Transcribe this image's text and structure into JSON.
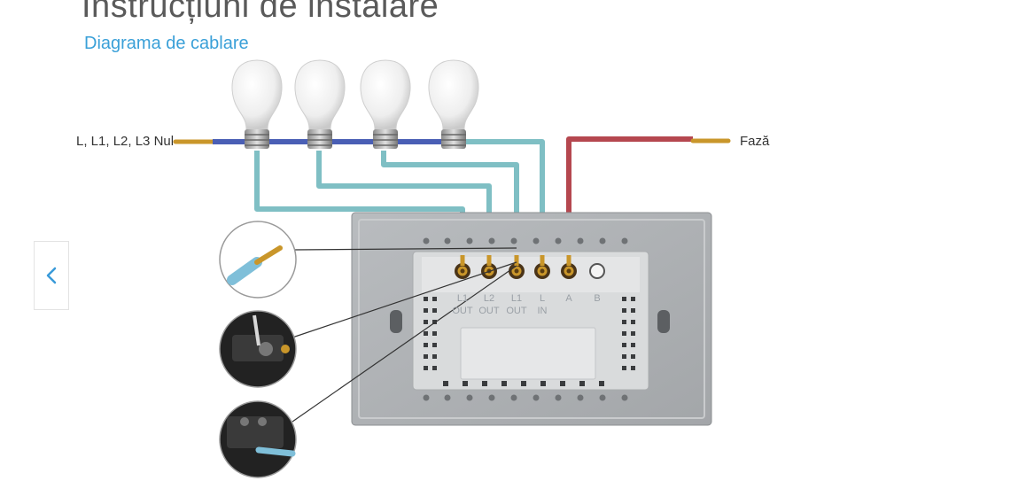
{
  "header": {
    "title": "Instrucțiuni de instalare",
    "subtitle": "Diagrama de cablare"
  },
  "wires": {
    "left_label": "L, L1, L2, L3 Nul",
    "right_label": "Fază"
  },
  "terminals": {
    "top": [
      "L1",
      "L2",
      "L1",
      "L",
      "A",
      "B"
    ],
    "bottom": [
      "OUT",
      "OUT",
      "OUT",
      "IN"
    ]
  },
  "colors": {
    "neutral_wire": "#4a5fb5",
    "load_wire": "#7fbfc4",
    "phase_wire": "#b5474f",
    "copper": "#c9962a"
  },
  "icons": {
    "prev": "chevron-left-icon"
  }
}
